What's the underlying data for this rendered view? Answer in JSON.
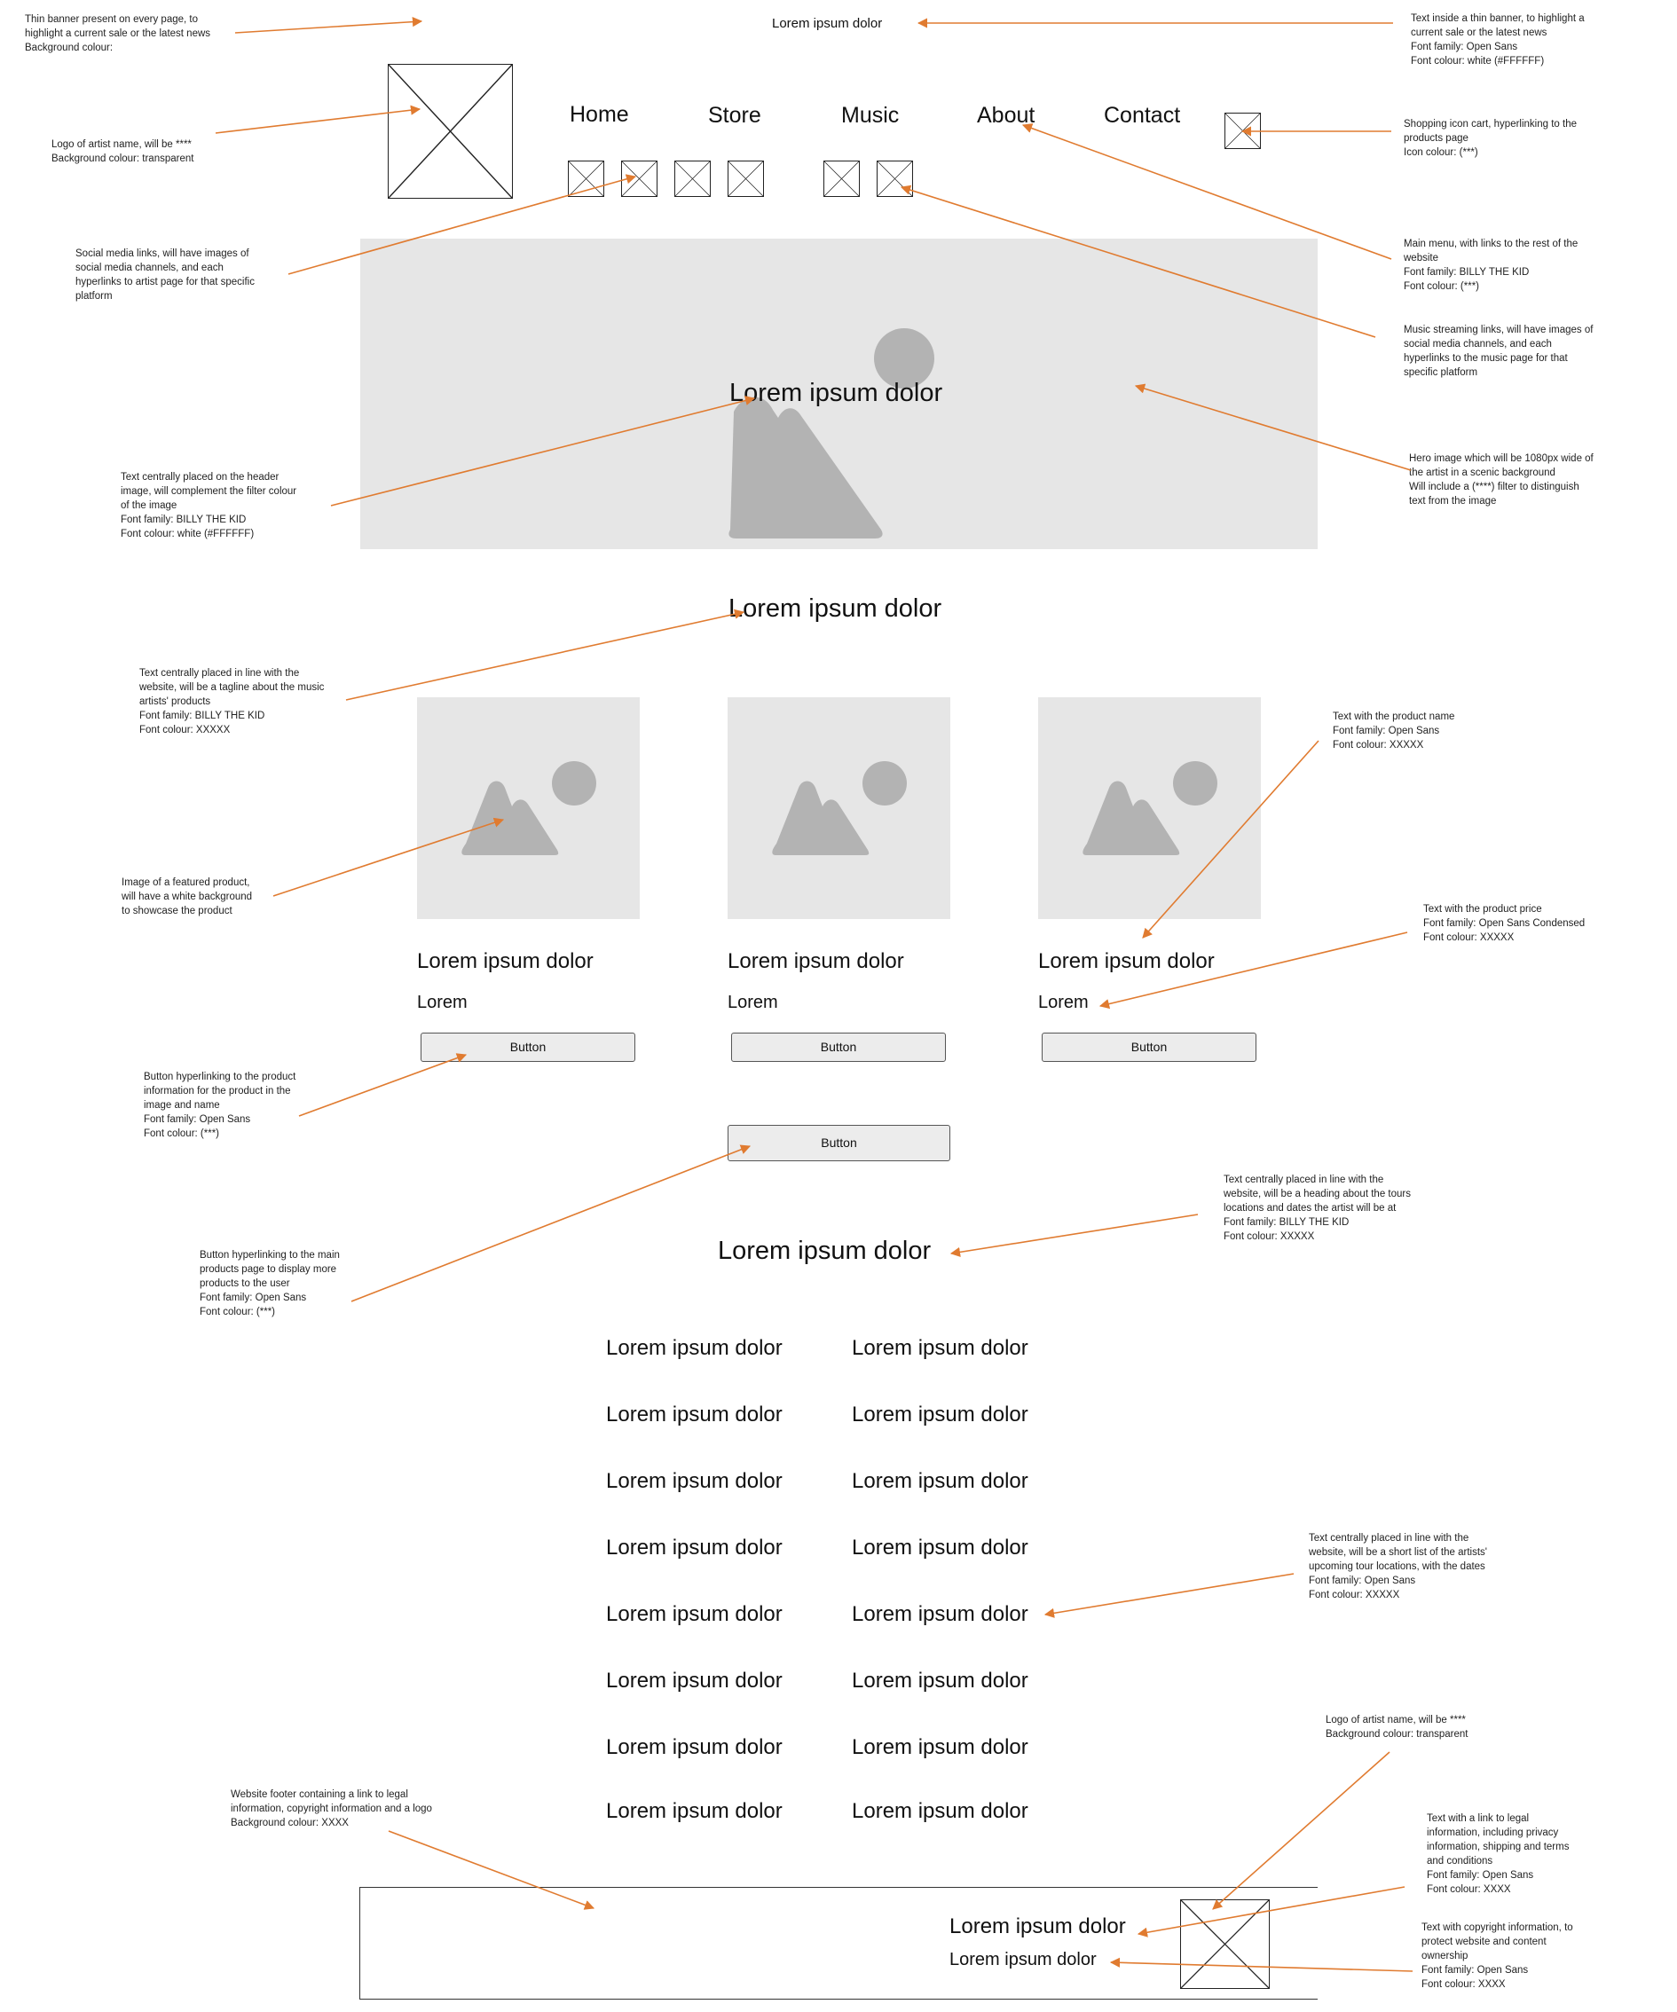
{
  "banner": {
    "text": "Lorem ipsum dolor"
  },
  "nav": [
    "Home",
    "Store",
    "Music",
    "About",
    "Contact"
  ],
  "hero": {
    "text": "Lorem ipsum dolor"
  },
  "tagline": "Lorem ipsum dolor",
  "products": [
    {
      "name": "Lorem ipsum dolor",
      "price": "Lorem",
      "button": "Button"
    },
    {
      "name": "Lorem ipsum dolor",
      "price": "Lorem",
      "button": "Button"
    },
    {
      "name": "Lorem ipsum dolor",
      "price": "Lorem",
      "button": "Button"
    }
  ],
  "more_button": "Button",
  "tours": {
    "heading": "Lorem ipsum dolor",
    "rows": [
      [
        "Lorem ipsum dolor",
        "Lorem ipsum dolor"
      ],
      [
        "Lorem ipsum dolor",
        "Lorem ipsum dolor"
      ],
      [
        "Lorem ipsum dolor",
        "Lorem ipsum dolor"
      ],
      [
        "Lorem ipsum dolor",
        "Lorem ipsum dolor"
      ],
      [
        "Lorem ipsum dolor",
        "Lorem ipsum dolor"
      ],
      [
        "Lorem ipsum dolor",
        "Lorem ipsum dolor"
      ],
      [
        "Lorem ipsum dolor",
        "Lorem ipsum dolor"
      ],
      [
        "Lorem ipsum dolor",
        "Lorem ipsum dolor"
      ]
    ]
  },
  "footer": {
    "legal_text": "Lorem ipsum dolor",
    "copyright_text": "Lorem ipsum dolor"
  },
  "annotations": {
    "banner_left": "Thin banner present on every page, to\nhighlight a current sale or the latest news\nBackground colour:",
    "banner_right": "Text inside a thin banner, to highlight a\ncurrent sale or the latest news\nFont family: Open Sans\nFont colour: white (#FFFFFF)",
    "logo": "Logo of artist name, will be ****\nBackground colour: transparent",
    "cart": "Shopping icon cart, hyperlinking to the\nproducts page\nIcon colour: (***)",
    "social": "Social media links, will have images of\nsocial media channels, and each\nhyperlinks to artist page for that specific\nplatform",
    "menu": "Main menu, with links to the rest of the\nwebsite\nFont family: BILLY THE KID\nFont colour: (***)",
    "streaming": "Music streaming links, will have images of\nsocial media channels, and each\nhyperlinks to the music page for that\nspecific platform",
    "hero_text": "Text centrally placed on the header\nimage, will complement the filter colour\nof the image\nFont family: BILLY THE KID\nFont colour: white (#FFFFFF)",
    "hero_image": "Hero image which will be 1080px wide of\nthe artist in a scenic background\nWill include a (****) filter to distinguish\ntext from the image",
    "tagline": "Text centrally placed in line with the\nwebsite, will be a tagline about the music\nartists' products\nFont family: BILLY THE KID\nFont colour: XXXXX",
    "product_name": "Text with the product name\nFont family: Open Sans\nFont colour: XXXXX",
    "product_image": "Image of a featured product,\nwill have a white background\nto showcase the product",
    "product_price": "Text with the product price\nFont family: Open Sans Condensed\nFont colour: XXXXX",
    "product_button": "Button hyperlinking to the product\ninformation for the product in the\nimage and name\nFont family: Open Sans\nFont colour: (***)",
    "more_button": "Button hyperlinking to the main\nproducts page to display more\nproducts to the user\nFont family: Open Sans\nFont colour: (***)",
    "tours_heading": "Text centrally placed in line with the\nwebsite, will be a heading about the tours\nlocations and dates the artist will be at\nFont family: BILLY THE KID\nFont colour: XXXXX",
    "tours_list": "Text centrally placed in line with the\nwebsite, will be a short list of the artists'\nupcoming tour locations, with the dates\nFont family: Open Sans\nFont colour: XXXXX",
    "footer_logo": "Logo of artist name, will be ****\nBackground colour: transparent",
    "footer": "Website footer containing a link to legal\ninformation, copyright information and a logo\nBackground colour: XXXX",
    "footer_legal": "Text with a link to legal\ninformation, including privacy\ninformation, shipping and terms\nand conditions\nFont family: Open Sans\nFont colour: XXXX",
    "footer_copyright": "Text with copyright information, to\nprotect website and content\nownership\nFont family: Open Sans\nFont colour: XXXX"
  },
  "colors": {
    "arrow": "#E07B30",
    "placeholder_bg": "#E6E6E6",
    "placeholder_icon": "#B3B3B3"
  }
}
